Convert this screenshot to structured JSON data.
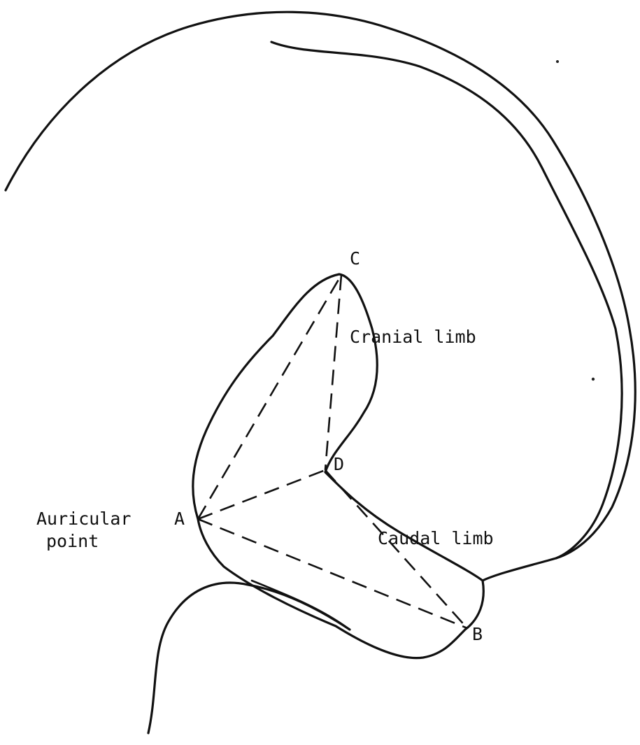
{
  "diagram": {
    "points": {
      "A": "A",
      "B": "B",
      "C": "C",
      "D": "D"
    },
    "labels": {
      "cranial_limb": "Cranial limb",
      "caudal_limb": "Caudal limb",
      "auricular_line1": "Auricular",
      "auricular_line2": "point"
    }
  }
}
